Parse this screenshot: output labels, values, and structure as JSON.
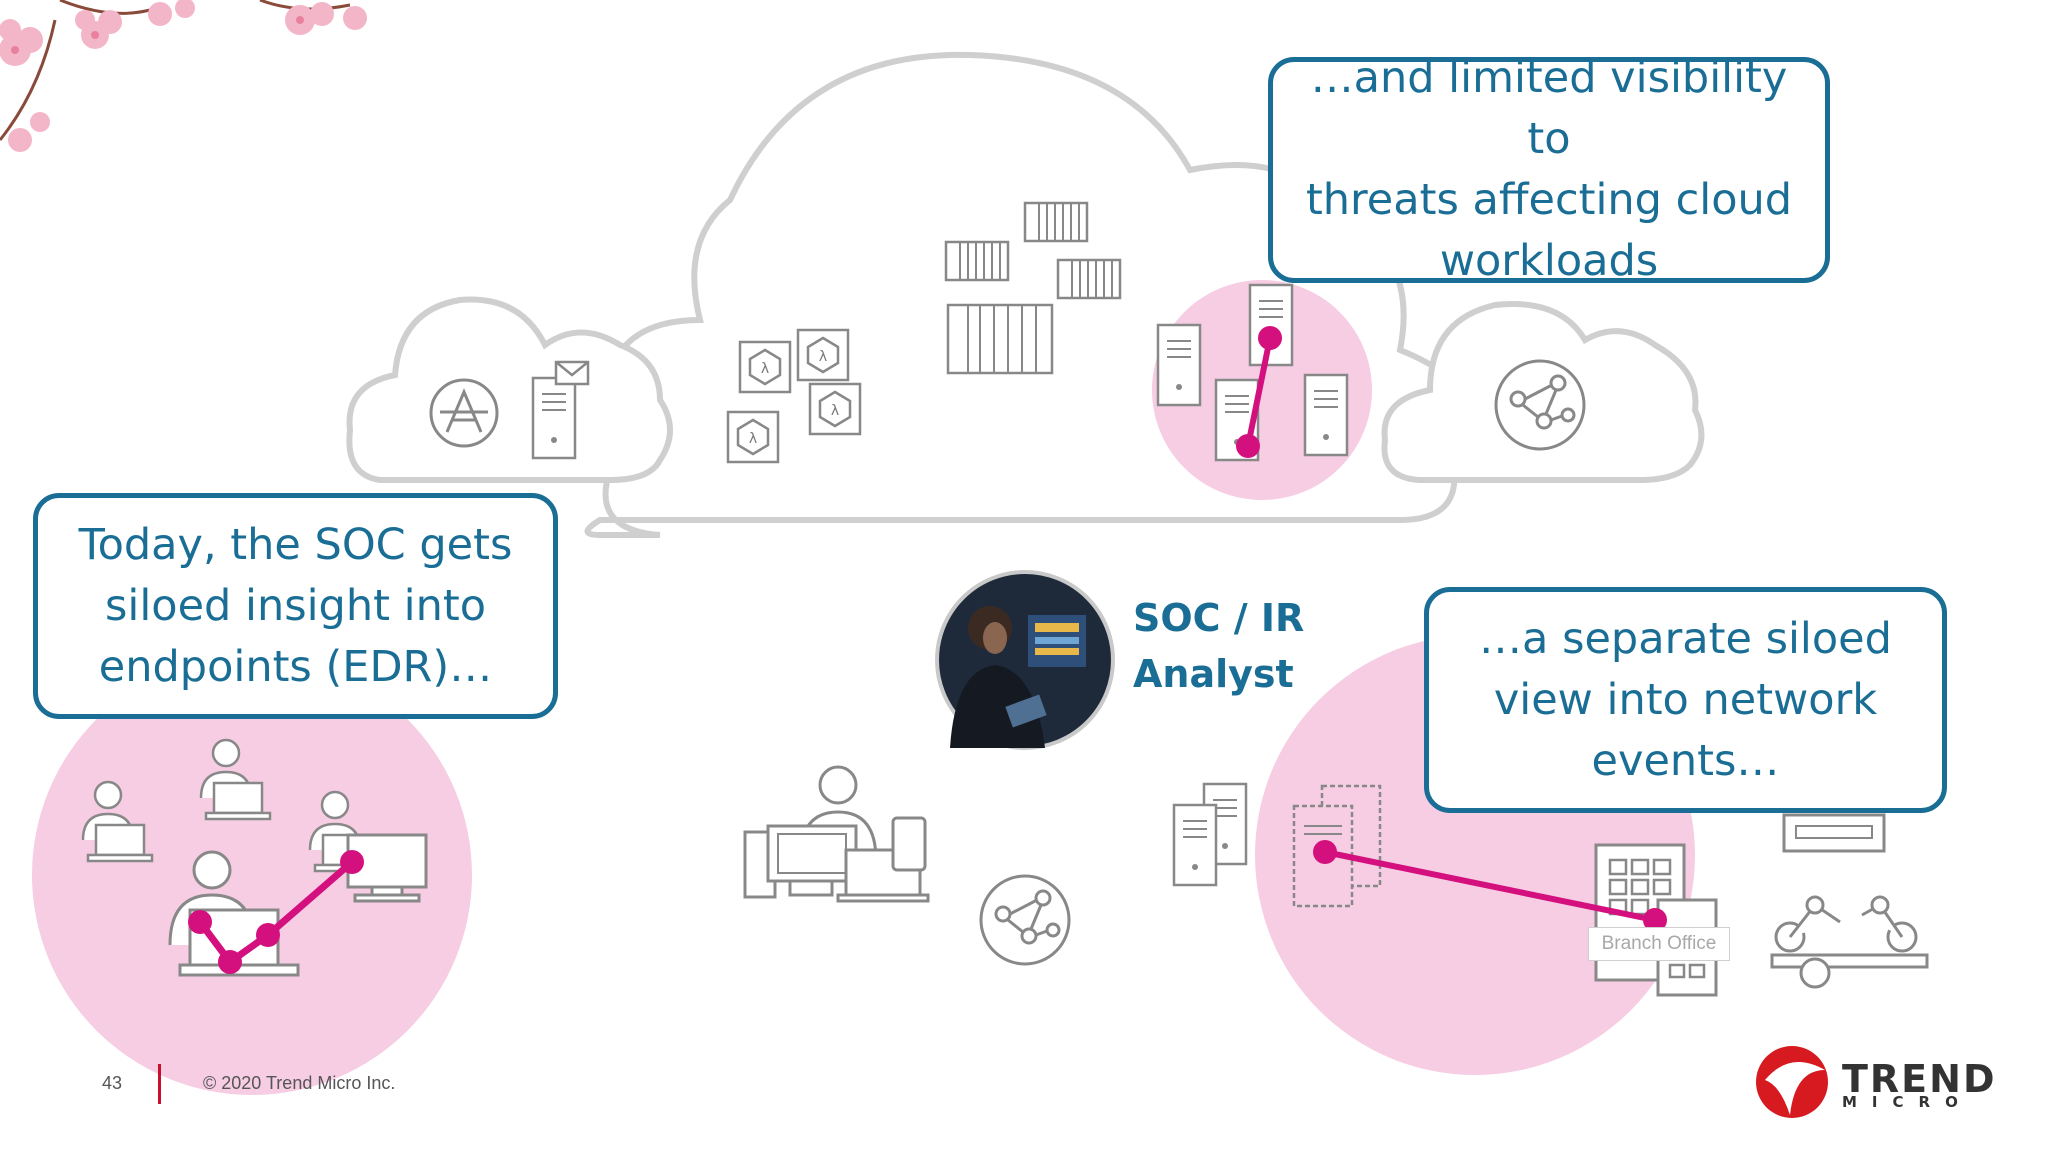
{
  "callouts": {
    "cloud": [
      "…and limited visibility to",
      "threats affecting cloud",
      "workloads"
    ],
    "edr": [
      "Today, the SOC gets",
      "siloed insight into",
      "endpoints (EDR)…"
    ],
    "network": [
      "…a separate siloed",
      "view into network",
      "events…"
    ]
  },
  "analyst": {
    "line1": "SOC / IR",
    "line2": "Analyst"
  },
  "branch_office_label": "Branch Office",
  "footer": {
    "page_number": "43",
    "copyright": "© 2020 Trend Micro Inc."
  },
  "logo": {
    "word1": "TREND",
    "word2": "MICRO"
  },
  "colors": {
    "accent": "#1a6e96",
    "highlight": "#d4107e",
    "pink": "#f6cde3",
    "divider": "#c8102e"
  },
  "icons": [
    "cherry-blossom-decoration",
    "app-store-icon",
    "mail-server-icon",
    "lambda-function-icon",
    "container-icon",
    "server-icon",
    "network-globe-icon",
    "laptop-user-icon",
    "desktop-workstation-icon",
    "branch-office-building-icon",
    "robotic-arm-icon",
    "trend-micro-logo"
  ]
}
